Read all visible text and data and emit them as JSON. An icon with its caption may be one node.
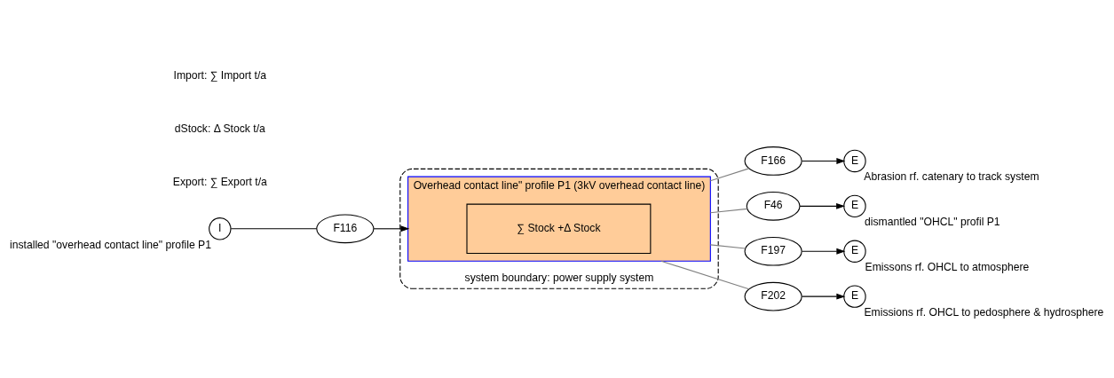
{
  "diagram": {
    "nodes": [
      {
        "text": [
          "system boundary: power supply system"
        ]
      },
      {
        "text": [
          "Overhead contact line\" profile P1 (3kV overhead contact line)"
        ],
        "in": 0
      },
      {
        "text": [
          "∑ Stock +Δ Stock"
        ],
        "in": 1
      },
      {
        "text": [
          "I"
        ],
        "beside": [
          "installed \"overhead contact line\" profile P1"
        ]
      },
      {
        "text": [
          "F116"
        ]
      },
      {
        "text": [
          "F166"
        ]
      },
      {
        "text": [
          "E"
        ],
        "beside": [
          "Abrasion rf. catenary to track system"
        ]
      },
      {
        "text": [
          "F46"
        ]
      },
      {
        "text": [
          "E"
        ],
        "beside": [
          "dismantled \"OHCL\" profil P1"
        ]
      },
      {
        "text": [
          "F197"
        ]
      },
      {
        "text": [
          "E"
        ],
        "beside": [
          "Emissons rf. OHCL to atmosphere"
        ]
      },
      {
        "text": [
          "F202"
        ]
      },
      {
        "text": [
          "E"
        ],
        "beside": [
          "Emissions rf. OHCL to pedosphere & hydrosphere"
        ]
      }
    ],
    "edges": [
      {
        "from": 3,
        "to": 4,
        "arrow": "none"
      },
      {
        "from": 4,
        "to": 1,
        "arrow": "to"
      },
      {
        "from": 1,
        "to": 5,
        "arrow": "none",
        "color": "#808080"
      },
      {
        "from": 5,
        "to": 6,
        "arrow": "to"
      },
      {
        "from": 1,
        "to": 7,
        "arrow": "none",
        "color": "#808080"
      },
      {
        "from": 7,
        "to": 8,
        "arrow": "to"
      },
      {
        "from": 1,
        "to": 9,
        "arrow": "none",
        "color": "#808080"
      },
      {
        "from": 9,
        "to": 10,
        "arrow": "to"
      },
      {
        "from": 1,
        "to": 11,
        "arrow": "none",
        "color": "#808080"
      },
      {
        "from": 11,
        "to": 12,
        "arrow": "to"
      }
    ],
    "labels": [
      "Import: ∑ Import t/a",
      "dStock: Δ Stock t/a",
      "Export: ∑ Export t/a"
    ]
  }
}
